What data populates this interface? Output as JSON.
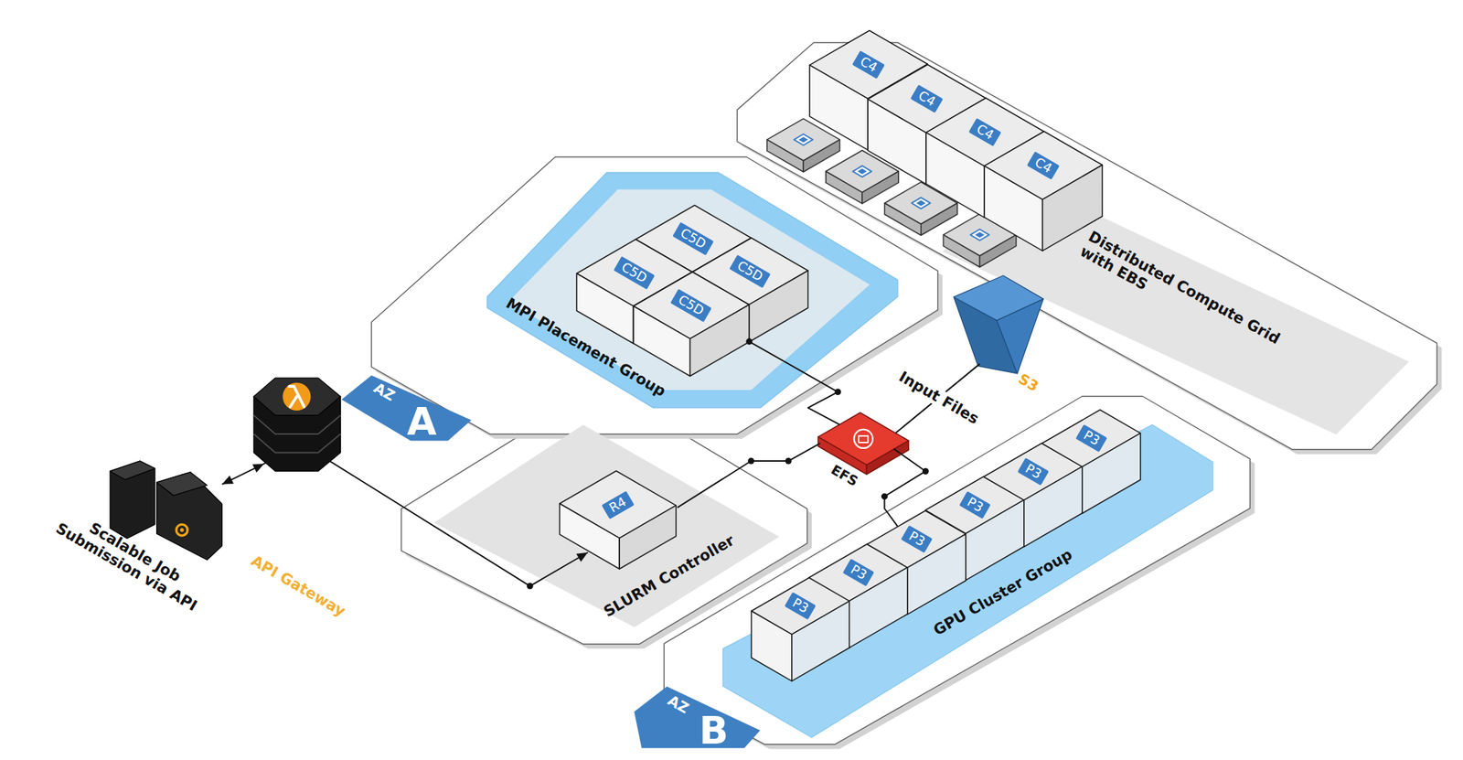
{
  "diagram": {
    "nodes": [
      {
        "text": [
          "Distributed Compute Grid with EBS"
        ]
      },
      {
        "text": [
          "C4"
        ],
        "in": 0
      },
      {
        "text": [
          "C4"
        ],
        "in": 0
      },
      {
        "text": [
          "C4"
        ],
        "in": 0
      },
      {
        "text": [
          "C4"
        ],
        "in": 0
      },
      {
        "text": [
          "AZ",
          "A"
        ]
      },
      {
        "text": [
          "MPI Placement Group"
        ],
        "in": 5
      },
      {
        "text": [
          "C5D"
        ],
        "in": 6
      },
      {
        "text": [
          "C5D"
        ],
        "in": 6
      },
      {
        "text": [
          "C5D"
        ],
        "in": 6
      },
      {
        "text": [
          "C5D"
        ],
        "in": 6
      },
      {
        "text": [
          "SLURM Controller"
        ],
        "in": 5
      },
      {
        "text": [
          "R4"
        ],
        "in": 11
      },
      {
        "text": [
          "EFS"
        ]
      },
      {
        "text": [
          "S3"
        ]
      },
      {
        "text": [
          "AZ",
          "B"
        ]
      },
      {
        "text": [
          "GPU Cluster Group"
        ],
        "in": 15
      },
      {
        "text": [
          "P3"
        ],
        "in": 16
      },
      {
        "text": [
          "P3"
        ],
        "in": 16
      },
      {
        "text": [
          "P3"
        ],
        "in": 16
      },
      {
        "text": [
          "P3"
        ],
        "in": 16
      },
      {
        "text": [
          "P3"
        ],
        "in": 16
      },
      {
        "text": [
          "P3"
        ],
        "in": 16
      },
      {
        "text": [
          "Scalable Job Submission via API",
          "API Gateway"
        ]
      }
    ],
    "edges": [
      {
        "from": 23,
        "to": 12,
        "arrow": "both"
      },
      {
        "from": 13,
        "to": 10,
        "arrow": "none"
      },
      {
        "from": 13,
        "to": 12,
        "arrow": "none"
      },
      {
        "from": 14,
        "to": 13,
        "label": "Input Files",
        "arrow": "none"
      },
      {
        "from": 13,
        "to": 19,
        "arrow": "none"
      }
    ]
  }
}
